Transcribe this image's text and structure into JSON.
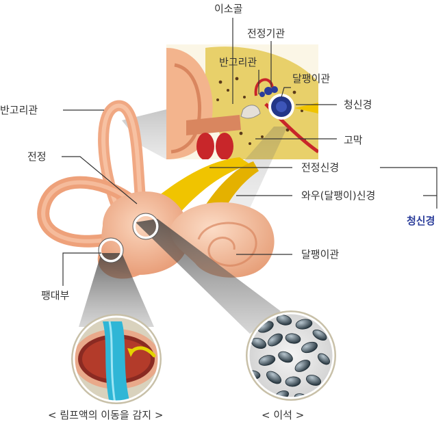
{
  "labels": {
    "ossicles": "이소골",
    "vestibular_organ": "전정기관",
    "semicircular_inset": "반고리관",
    "cochlea_inset": "달팽이관",
    "auditory_nerve_inset": "청신경",
    "eardrum": "고막",
    "semicircular_main": "반고리관",
    "vestibule": "전정",
    "vestibular_nerve": "전정신경",
    "cochlear_nerve": "와우(달팽이)신경",
    "auditory_nerve_group": "청신경",
    "cochlea_main": "달팽이관",
    "ampulla": "팽대부"
  },
  "captions": {
    "left": "< 림프액의 이동을 감지 >",
    "right": "< 이석 >"
  },
  "colors": {
    "skin": "#f2b38a",
    "bone": "#e8d06a",
    "nerve_yellow": "#f0c400",
    "accent_blue": "#2b3d9a",
    "leader_line": "#333333"
  }
}
